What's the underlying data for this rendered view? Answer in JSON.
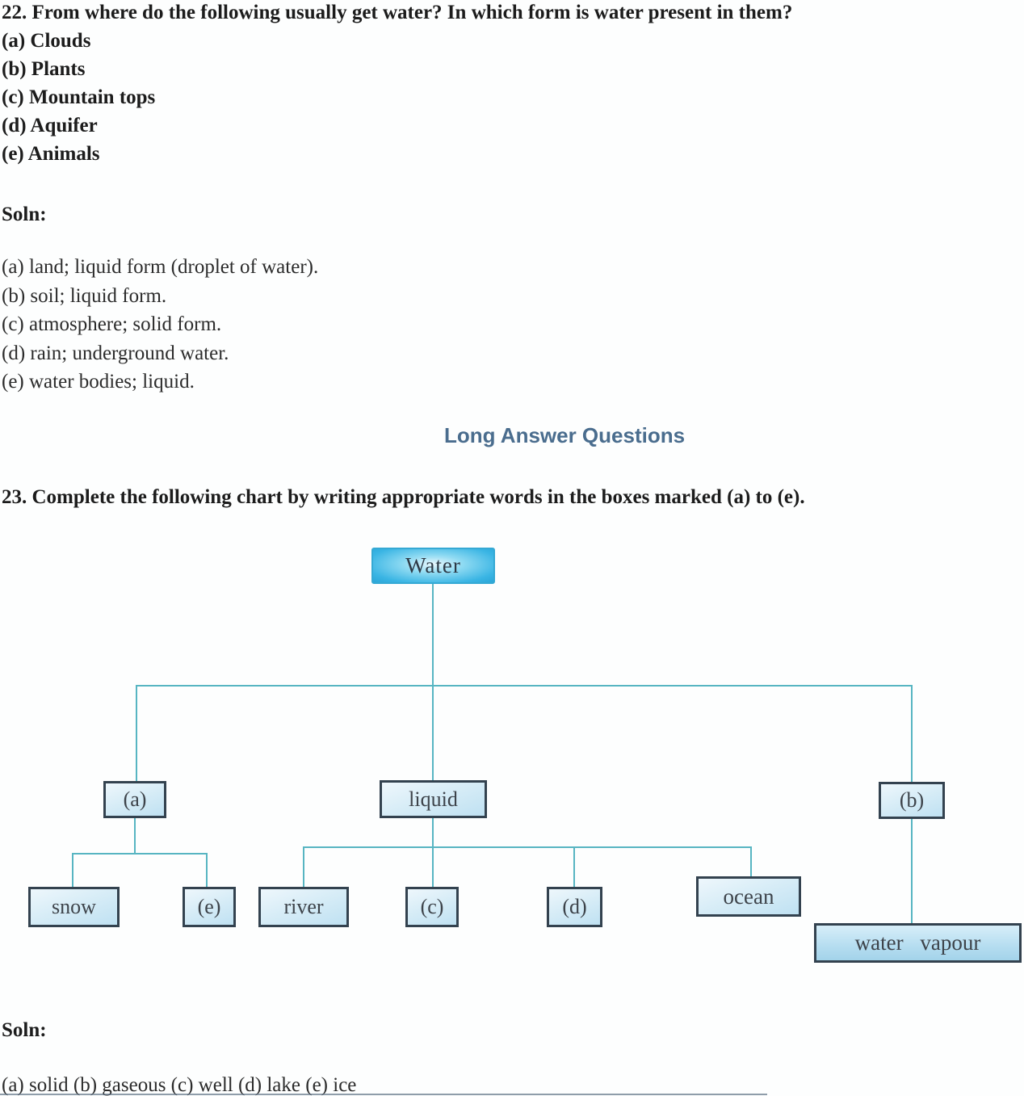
{
  "doc": {
    "q22": {
      "text": "22. From where do the following usually get water? In which form is water present in them?",
      "items": [
        "(a) Clouds",
        "(b) Plants",
        "(c) Mountain tops",
        "(d) Aquifer",
        "(e) Animals"
      ]
    },
    "soln22": {
      "label": "Soln:",
      "lines": [
        "(a) land; liquid form (droplet of water).",
        "(b) soil; liquid form.",
        "(c) atmosphere; solid form.",
        "(d) rain; underground water.",
        "(e) water bodies; liquid."
      ]
    },
    "section_heading": "Long Answer Questions",
    "q23": {
      "text": "23. Complete the following chart by writing appropriate words in the boxes marked (a) to (e)."
    },
    "soln23": {
      "label": "Soln:",
      "line": "(a) solid (b) gaseous (c) well (d) lake (e) ice"
    }
  },
  "chart_data": {
    "type": "tree",
    "title": "Water forms completion chart",
    "root": "Water",
    "children": [
      {
        "label": "(a)",
        "children": [
          "snow",
          "(e)"
        ]
      },
      {
        "label": "liquid",
        "children": [
          "river",
          "(c)",
          "(d)",
          "ocean"
        ]
      },
      {
        "label": "(b)",
        "children": [
          "water  vapour"
        ]
      }
    ]
  },
  "colors": {
    "heading_blue": "#4a6d8e",
    "connector_teal": "#57b5c2",
    "water_box_cyan": "#35b2e2",
    "node_fill_light_blue": "#cfe8f5",
    "node_border": "#33424f",
    "text_black": "#1c1c1c"
  }
}
